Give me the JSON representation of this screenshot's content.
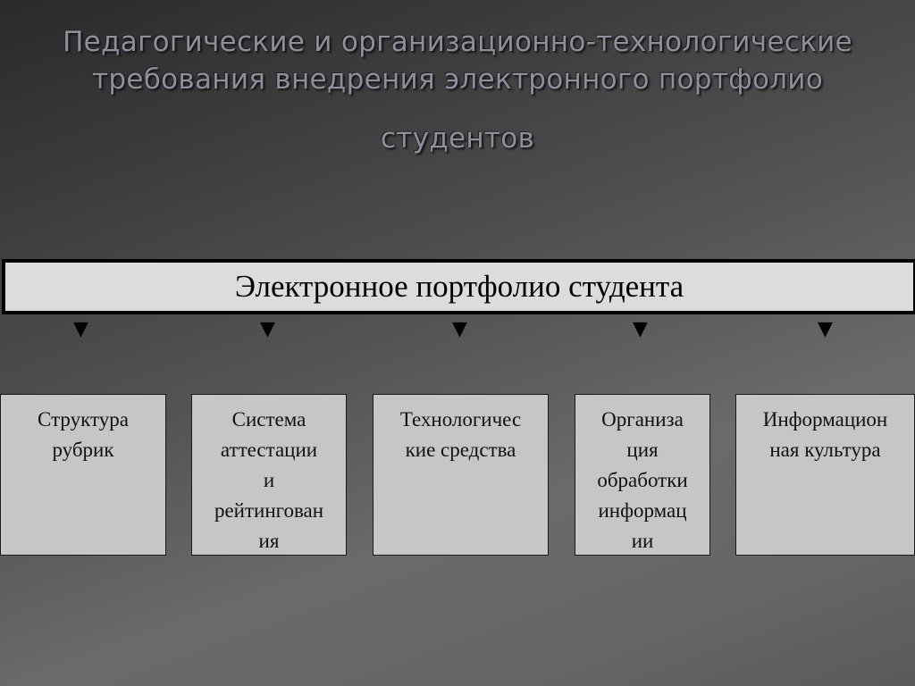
{
  "slide": {
    "title_lines": [
      "Педагогические и организационно-технологические",
      "требования внедрения электронного портфолио",
      "студентов"
    ]
  },
  "diagram": {
    "root": "Электронное портфолио студента",
    "arrow_glyph": "▼",
    "children": [
      {
        "lines": [
          "Структура",
          "рубрик"
        ]
      },
      {
        "lines": [
          "Система",
          "аттестации",
          "и",
          "рейтингован",
          "ия"
        ]
      },
      {
        "lines": [
          "Технологичес",
          "кие средства"
        ]
      },
      {
        "lines": [
          "Организа",
          "ция",
          "обработки",
          "информац",
          "ии"
        ]
      },
      {
        "lines": [
          "Информацион",
          "ная культура"
        ]
      }
    ]
  }
}
